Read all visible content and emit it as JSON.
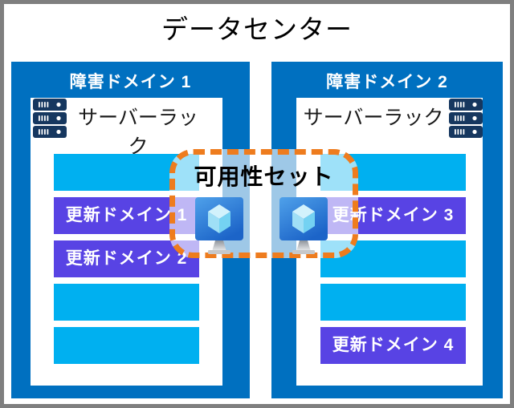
{
  "title": "データセンター",
  "availability_set": {
    "label": "可用性セット",
    "vm_count": 2,
    "vm_icon": "azure-vm-monitor-cube-icon"
  },
  "fault_domains": [
    {
      "label": "障害ドメイン 1",
      "rack_label": "サーバーラック",
      "rack_icon": "server-rack-stack-icon",
      "rack_icon_side": "left",
      "rows": [
        {
          "type": "slot",
          "label": ""
        },
        {
          "type": "update",
          "label": "更新ドメイン 1"
        },
        {
          "type": "update",
          "label": "更新ドメイン 2"
        },
        {
          "type": "slot",
          "label": ""
        },
        {
          "type": "slot",
          "label": ""
        }
      ]
    },
    {
      "label": "障害ドメイン 2",
      "rack_label": "サーバーラック",
      "rack_icon": "server-rack-stack-icon",
      "rack_icon_side": "right",
      "rows": [
        {
          "type": "slot",
          "label": ""
        },
        {
          "type": "update",
          "label": "更新ドメイン 3"
        },
        {
          "type": "slot",
          "label": ""
        },
        {
          "type": "slot",
          "label": ""
        },
        {
          "type": "update",
          "label": "更新ドメイン 4"
        }
      ]
    }
  ],
  "colors": {
    "fault_domain_blue": "#0070C0",
    "slot_cyan": "#00B0F0",
    "update_domain_purple": "#5843E4",
    "availability_set_orange": "#EE7C1E",
    "server_rack_navy": "#16375F",
    "outer_border_gray": "#7F7F7F"
  }
}
